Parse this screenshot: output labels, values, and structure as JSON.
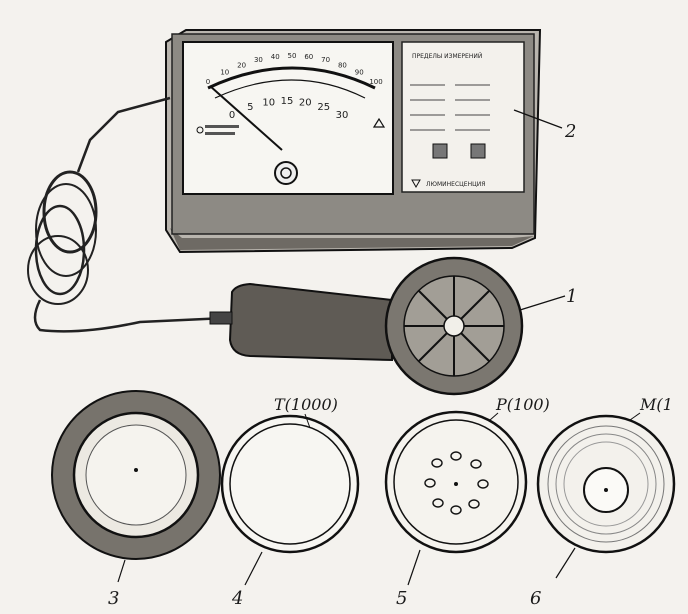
{
  "callouts": {
    "meter_unit": "2",
    "probe": "1",
    "disk_dense": "3",
    "ring_plain": "4",
    "disk_holes": "5",
    "disk_rings": "6"
  },
  "disk_labels": {
    "plain": "T(1000)",
    "holes": "P(100)",
    "rings": "M(1"
  },
  "meter": {
    "top_scale": [
      "0",
      "10",
      "20",
      "30",
      "40",
      "50",
      "60",
      "70",
      "80",
      "90",
      "100"
    ],
    "bottom_scale": [
      "0",
      "5",
      "10",
      "15",
      "20",
      "25",
      "30"
    ],
    "panel_title": "ПРЕДЕЛЫ ИЗМЕРЕНИЙ",
    "panel_bottom": "ЛЮМИНЕСЦЕНЦИЯ"
  }
}
